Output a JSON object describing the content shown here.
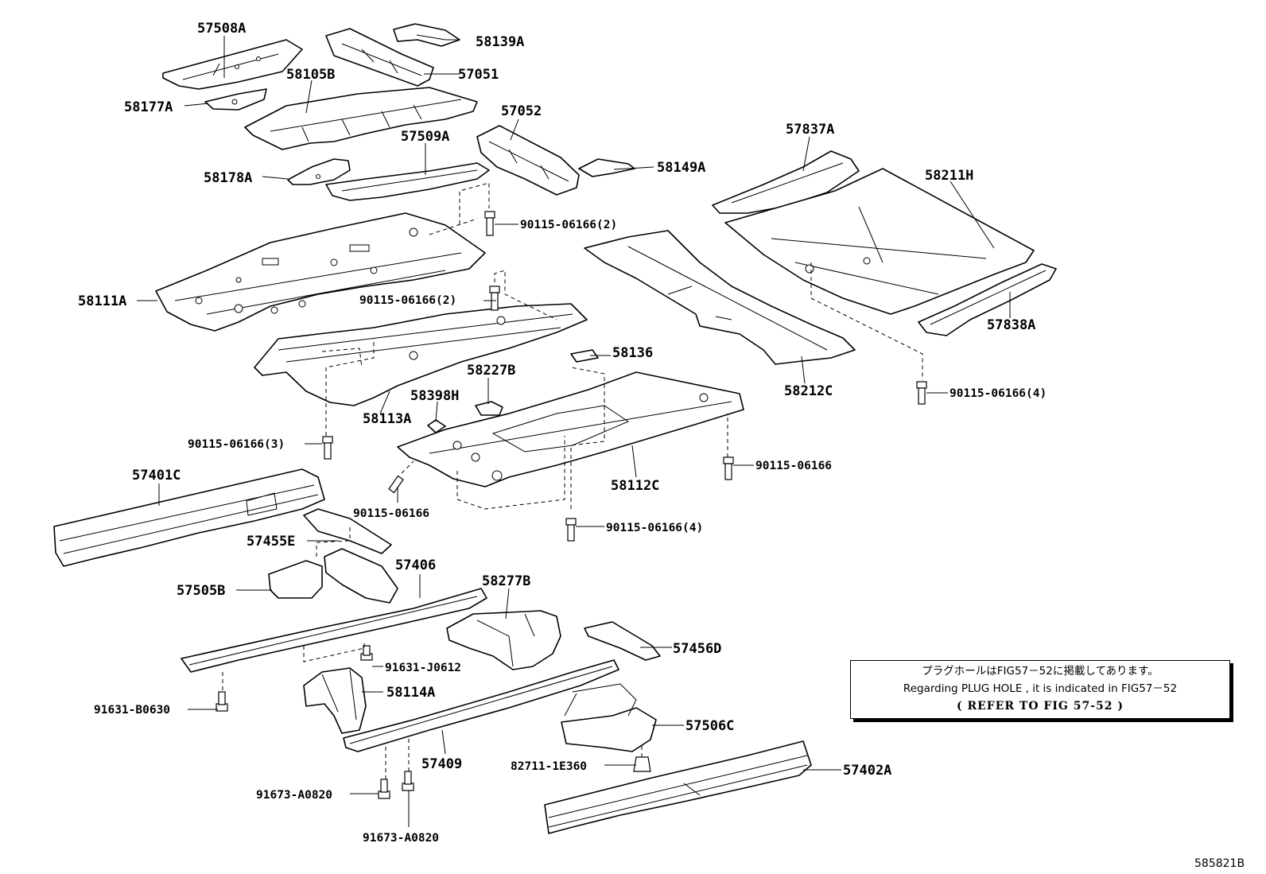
{
  "labels": {
    "p57508A": "57508A",
    "p58139A": "58139A",
    "p57051": "57051",
    "p58105B": "58105B",
    "p58177A": "58177A",
    "p57052": "57052",
    "p57509A": "57509A",
    "p58149A": "58149A",
    "p58178A": "58178A",
    "p57837A": "57837A",
    "p58211H": "58211H",
    "b90115_2a": "90115-06166(2)",
    "b90115_2b": "90115-06166(2)",
    "p58111A": "58111A",
    "p57838A": "57838A",
    "p58136": "58136",
    "p58227B": "58227B",
    "p58398H": "58398H",
    "p58113A": "58113A",
    "p58212C": "58212C",
    "b90115_4a": "90115-06166(4)",
    "b90115_3": "90115-06166(3)",
    "b90115_r": "90115-06166",
    "p57401C": "57401C",
    "p58112C": "58112C",
    "b90115_c": "90115-06166",
    "b90115_4b": "90115-06166(4)",
    "p57455E": "57455E",
    "p57406": "57406",
    "p58277B": "58277B",
    "p57505B": "57505B",
    "p57456D": "57456D",
    "b91631J": "91631-J0612",
    "p58114A": "58114A",
    "b91631B": "91631-B0630",
    "p57506C": "57506C",
    "p57409": "57409",
    "b82711": "82711-1E360",
    "p57402A": "57402A",
    "b91673a": "91673-A0820",
    "b91673b": "91673-A0820"
  },
  "note": {
    "line1": "プラグホールはFIG57－52に掲載してあります。",
    "line2": "Regarding PLUG HOLE , it is indicated in FIG57－52",
    "line3": "(   REFER TO FIG 57-52   )"
  },
  "figure_code": "585821B"
}
